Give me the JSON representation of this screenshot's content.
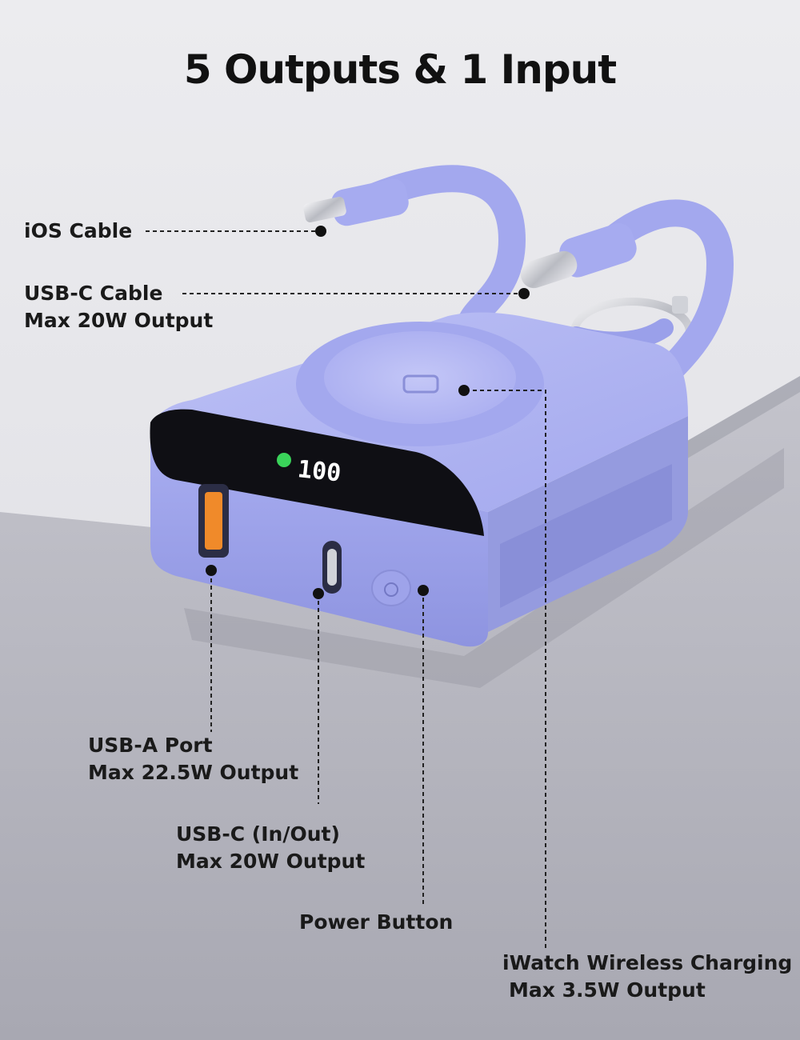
{
  "title": "5 Outputs & 1 Input",
  "display_reading": "100",
  "colors": {
    "device_body": "#a9aef0",
    "cable": "#a3a8ee",
    "background_top": "#e4e4e8",
    "surface": "#b9b9c2",
    "usb_a_insert": "#f08a2a",
    "display_text": "#ffffff",
    "wireless_indicator": "#3ad35a"
  },
  "labels": {
    "ios_cable": "iOS Cable",
    "usbc_cable": {
      "line1": "USB-C Cable",
      "line2": "Max 20W Output"
    },
    "usba_port": {
      "line1": "USB-A Port",
      "line2": "Max 22.5W Output"
    },
    "usbc_inout": {
      "line1": "USB-C (In/Out)",
      "line2": "Max 20W Output"
    },
    "power_button": "Power Button",
    "iwatch": {
      "line1": "iWatch Wireless Charging",
      "line2": "Max 3.5W Output"
    }
  }
}
